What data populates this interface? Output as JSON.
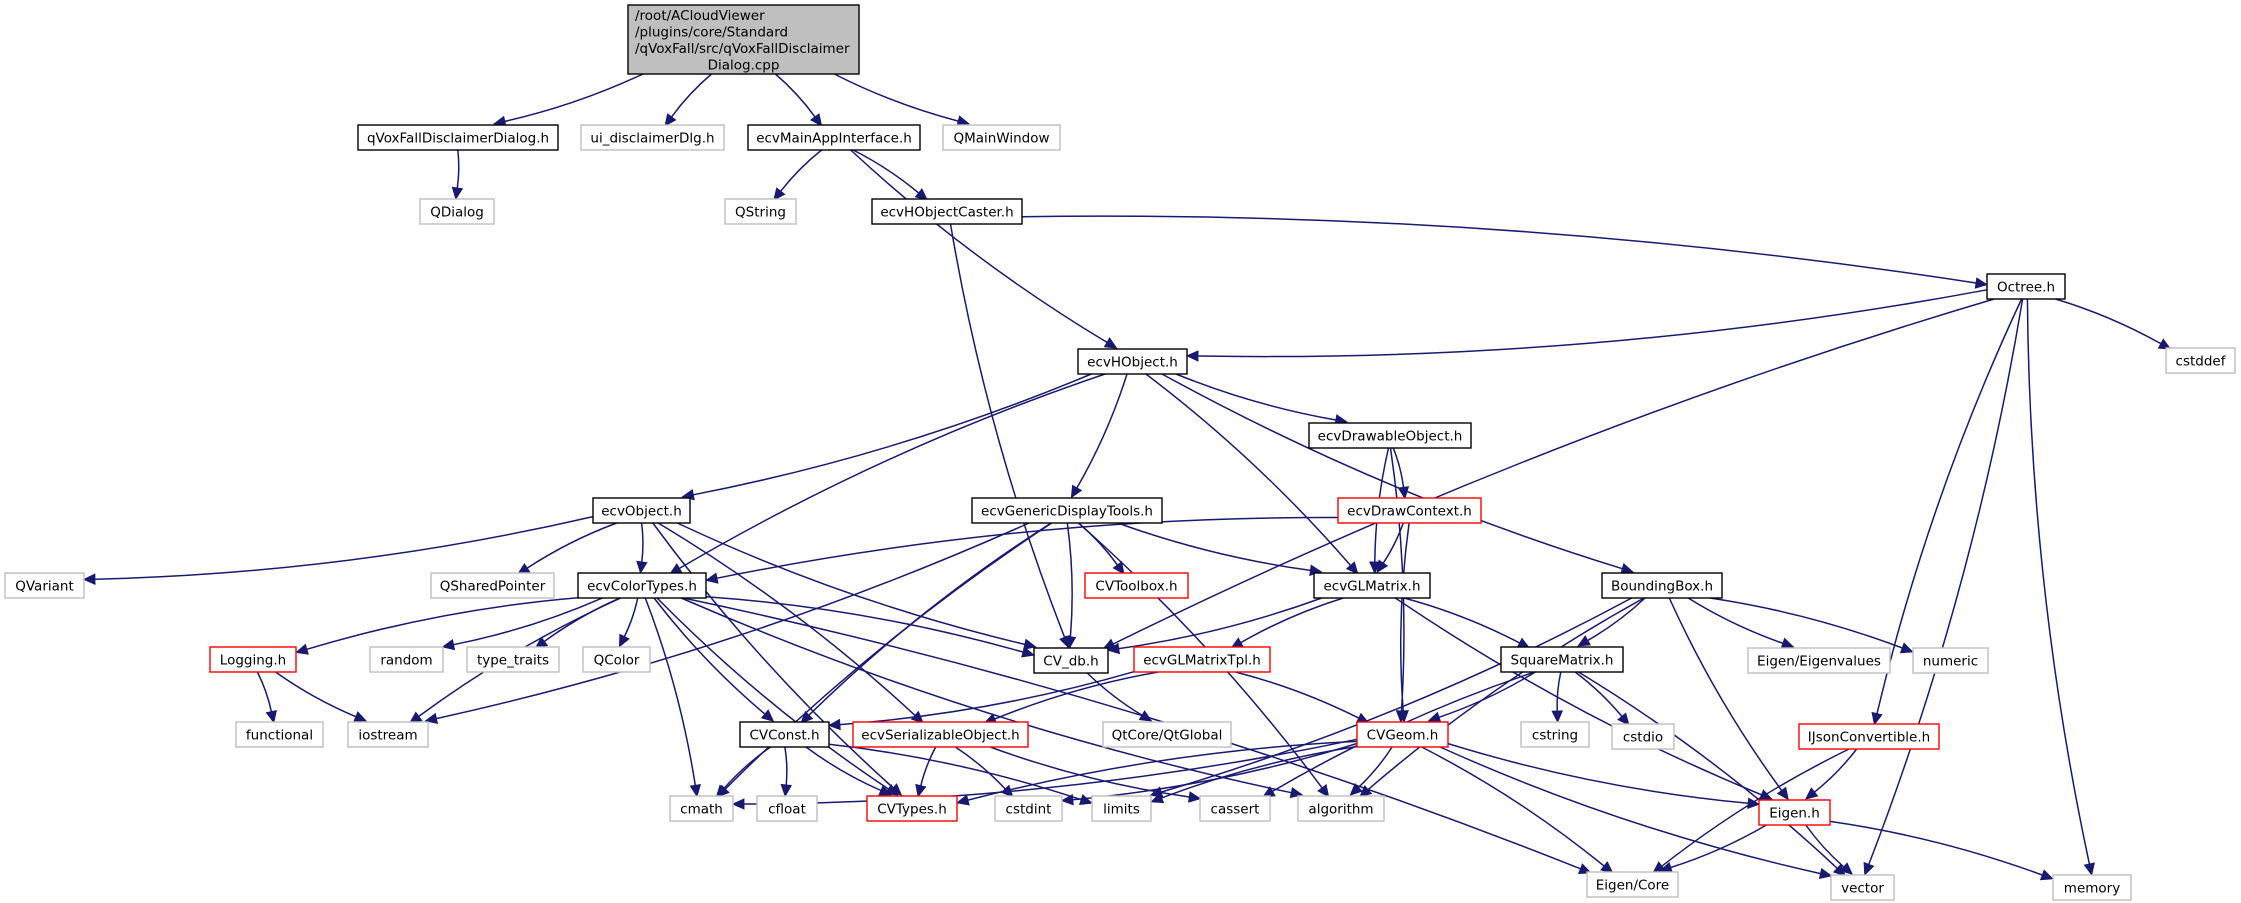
{
  "title": "Include dependency graph for qVoxFallDisclaimerDialog.cpp",
  "colors": {
    "edge": "#191970",
    "documented": "#000000",
    "undocumented": "#bfbfbf",
    "truncated": "#ff0000",
    "root_fill": "#bfbfbf"
  },
  "nodes": [
    {
      "id": "root",
      "lines": [
        "/root/ACloudViewer",
        "/plugins/core/Standard",
        "/qVoxFall/src/qVoxFallDisclaimer",
        "Dialog.cpp"
      ],
      "style": "root"
    },
    {
      "id": "qVoxFallDisclaimerDialog_h",
      "lines": [
        "qVoxFallDisclaimerDialog.h"
      ],
      "style": "black"
    },
    {
      "id": "ui_disclaimerDlg_h",
      "lines": [
        "ui_disclaimerDlg.h"
      ],
      "style": "gray"
    },
    {
      "id": "ecvMainAppInterface_h",
      "lines": [
        "ecvMainAppInterface.h"
      ],
      "style": "black"
    },
    {
      "id": "QMainWindow",
      "lines": [
        "QMainWindow"
      ],
      "style": "gray"
    },
    {
      "id": "QDialog",
      "lines": [
        "QDialog"
      ],
      "style": "gray"
    },
    {
      "id": "QString",
      "lines": [
        "QString"
      ],
      "style": "gray"
    },
    {
      "id": "ecvHObjectCaster_h",
      "lines": [
        "ecvHObjectCaster.h"
      ],
      "style": "black"
    },
    {
      "id": "Octree_h",
      "lines": [
        "Octree.h"
      ],
      "style": "black"
    },
    {
      "id": "cstddef",
      "lines": [
        "cstddef"
      ],
      "style": "gray"
    },
    {
      "id": "ecvHObject_h",
      "lines": [
        "ecvHObject.h"
      ],
      "style": "black"
    },
    {
      "id": "ecvDrawableObject_h",
      "lines": [
        "ecvDrawableObject.h"
      ],
      "style": "black"
    },
    {
      "id": "ecvObject_h",
      "lines": [
        "ecvObject.h"
      ],
      "style": "black"
    },
    {
      "id": "ecvGenericDisplayTools_h",
      "lines": [
        "ecvGenericDisplayTools.h"
      ],
      "style": "black"
    },
    {
      "id": "ecvDrawContext_h",
      "lines": [
        "ecvDrawContext.h"
      ],
      "style": "red"
    },
    {
      "id": "QVariant",
      "lines": [
        "QVariant"
      ],
      "style": "gray"
    },
    {
      "id": "QSharedPointer",
      "lines": [
        "QSharedPointer"
      ],
      "style": "gray"
    },
    {
      "id": "ecvColorTypes_h",
      "lines": [
        "ecvColorTypes.h"
      ],
      "style": "black"
    },
    {
      "id": "CVToolbox_h",
      "lines": [
        "CVToolbox.h"
      ],
      "style": "red"
    },
    {
      "id": "ecvGLMatrix_h",
      "lines": [
        "ecvGLMatrix.h"
      ],
      "style": "black"
    },
    {
      "id": "BoundingBox_h",
      "lines": [
        "BoundingBox.h"
      ],
      "style": "black"
    },
    {
      "id": "Logging_h",
      "lines": [
        "Logging.h"
      ],
      "style": "red"
    },
    {
      "id": "random",
      "lines": [
        "random"
      ],
      "style": "gray"
    },
    {
      "id": "type_traits",
      "lines": [
        "type_traits"
      ],
      "style": "gray"
    },
    {
      "id": "QColor",
      "lines": [
        "QColor"
      ],
      "style": "gray"
    },
    {
      "id": "CV_db_h",
      "lines": [
        "CV_db.h"
      ],
      "style": "black"
    },
    {
      "id": "ecvGLMatrixTpl_h",
      "lines": [
        "ecvGLMatrixTpl.h"
      ],
      "style": "red"
    },
    {
      "id": "SquareMatrix_h",
      "lines": [
        "SquareMatrix.h"
      ],
      "style": "black"
    },
    {
      "id": "Eigen_Eigenvalues",
      "lines": [
        "Eigen/Eigenvalues"
      ],
      "style": "gray"
    },
    {
      "id": "numeric",
      "lines": [
        "numeric"
      ],
      "style": "gray"
    },
    {
      "id": "functional",
      "lines": [
        "functional"
      ],
      "style": "gray"
    },
    {
      "id": "iostream",
      "lines": [
        "iostream"
      ],
      "style": "gray"
    },
    {
      "id": "CVConst_h",
      "lines": [
        "CVConst.h"
      ],
      "style": "black"
    },
    {
      "id": "ecvSerializableObject_h",
      "lines": [
        "ecvSerializableObject.h"
      ],
      "style": "red"
    },
    {
      "id": "QtCore_QtGlobal",
      "lines": [
        "QtCore/QtGlobal"
      ],
      "style": "gray"
    },
    {
      "id": "CVGeom_h",
      "lines": [
        "CVGeom.h"
      ],
      "style": "red"
    },
    {
      "id": "cstring",
      "lines": [
        "cstring"
      ],
      "style": "gray"
    },
    {
      "id": "cstdio",
      "lines": [
        "cstdio"
      ],
      "style": "gray"
    },
    {
      "id": "IJsonConvertible_h",
      "lines": [
        "IJsonConvertible.h"
      ],
      "style": "red"
    },
    {
      "id": "cmath",
      "lines": [
        "cmath"
      ],
      "style": "gray"
    },
    {
      "id": "cfloat",
      "lines": [
        "cfloat"
      ],
      "style": "gray"
    },
    {
      "id": "CVTypes_h",
      "lines": [
        "CVTypes.h"
      ],
      "style": "red"
    },
    {
      "id": "cstdint",
      "lines": [
        "cstdint"
      ],
      "style": "gray"
    },
    {
      "id": "limits",
      "lines": [
        "limits"
      ],
      "style": "gray"
    },
    {
      "id": "cassert",
      "lines": [
        "cassert"
      ],
      "style": "gray"
    },
    {
      "id": "algorithm",
      "lines": [
        "algorithm"
      ],
      "style": "gray"
    },
    {
      "id": "Eigen_h",
      "lines": [
        "Eigen.h"
      ],
      "style": "red"
    },
    {
      "id": "Eigen_Core",
      "lines": [
        "Eigen/Core"
      ],
      "style": "gray"
    },
    {
      "id": "vector",
      "lines": [
        "vector"
      ],
      "style": "gray"
    },
    {
      "id": "memory",
      "lines": [
        "memory"
      ],
      "style": "gray"
    }
  ],
  "edges": [
    [
      "root",
      "qVoxFallDisclaimerDialog_h"
    ],
    [
      "root",
      "ui_disclaimerDlg_h"
    ],
    [
      "root",
      "ecvMainAppInterface_h"
    ],
    [
      "root",
      "QMainWindow"
    ],
    [
      "qVoxFallDisclaimerDialog_h",
      "QDialog"
    ],
    [
      "ecvMainAppInterface_h",
      "QString"
    ],
    [
      "ecvMainAppInterface_h",
      "ecvHObjectCaster_h"
    ],
    [
      "ecvMainAppInterface_h",
      "ecvHObject_h"
    ],
    [
      "ecvHObjectCaster_h",
      "Octree_h"
    ],
    [
      "ecvHObjectCaster_h",
      "CV_db_h"
    ],
    [
      "Octree_h",
      "ecvHObject_h"
    ],
    [
      "Octree_h",
      "CV_db_h"
    ],
    [
      "Octree_h",
      "cstddef"
    ],
    [
      "Octree_h",
      "IJsonConvertible_h"
    ],
    [
      "Octree_h",
      "vector"
    ],
    [
      "Octree_h",
      "memory"
    ],
    [
      "ecvHObject_h",
      "ecvObject_h"
    ],
    [
      "ecvHObject_h",
      "ecvColorTypes_h"
    ],
    [
      "ecvHObject_h",
      "ecvGenericDisplayTools_h"
    ],
    [
      "ecvHObject_h",
      "ecvDrawableObject_h"
    ],
    [
      "ecvHObject_h",
      "ecvGLMatrix_h"
    ],
    [
      "ecvHObject_h",
      "BoundingBox_h"
    ],
    [
      "ecvDrawableObject_h",
      "ecvDrawContext_h"
    ],
    [
      "ecvDrawableObject_h",
      "ecvGLMatrix_h"
    ],
    [
      "ecvDrawableObject_h",
      "CVGeom_h"
    ],
    [
      "ecvDrawContext_h",
      "ecvColorTypes_h"
    ],
    [
      "ecvDrawContext_h",
      "ecvGLMatrix_h"
    ],
    [
      "ecvDrawContext_h",
      "CVGeom_h"
    ],
    [
      "ecvObject_h",
      "QVariant"
    ],
    [
      "ecvObject_h",
      "QSharedPointer"
    ],
    [
      "ecvObject_h",
      "ecvColorTypes_h"
    ],
    [
      "ecvObject_h",
      "CV_db_h"
    ],
    [
      "ecvObject_h",
      "ecvSerializableObject_h"
    ],
    [
      "ecvObject_h",
      "CVTypes_h"
    ],
    [
      "ecvGenericDisplayTools_h",
      "CVToolbox_h"
    ],
    [
      "ecvGenericDisplayTools_h",
      "ecvGLMatrix_h"
    ],
    [
      "ecvGenericDisplayTools_h",
      "CV_db_h"
    ],
    [
      "ecvGenericDisplayTools_h",
      "CVConst_h"
    ],
    [
      "ecvGenericDisplayTools_h",
      "iostream"
    ],
    [
      "ecvGenericDisplayTools_h",
      "cmath"
    ],
    [
      "ecvGenericDisplayTools_h",
      "algorithm"
    ],
    [
      "ecvColorTypes_h",
      "Logging_h"
    ],
    [
      "ecvColorTypes_h",
      "random"
    ],
    [
      "ecvColorTypes_h",
      "type_traits"
    ],
    [
      "ecvColorTypes_h",
      "QColor"
    ],
    [
      "ecvColorTypes_h",
      "iostream"
    ],
    [
      "ecvColorTypes_h",
      "CV_db_h"
    ],
    [
      "ecvColorTypes_h",
      "CVConst_h"
    ],
    [
      "ecvColorTypes_h",
      "cmath"
    ],
    [
      "ecvColorTypes_h",
      "CVTypes_h"
    ],
    [
      "ecvColorTypes_h",
      "Eigen_Core"
    ],
    [
      "ecvColorTypes_h",
      "algorithm"
    ],
    [
      "Logging_h",
      "functional"
    ],
    [
      "Logging_h",
      "iostream"
    ],
    [
      "ecvGLMatrix_h",
      "CV_db_h"
    ],
    [
      "ecvGLMatrix_h",
      "ecvGLMatrixTpl_h"
    ],
    [
      "ecvGLMatrix_h",
      "SquareMatrix_h"
    ],
    [
      "ecvGLMatrix_h",
      "Eigen_h"
    ],
    [
      "ecvGLMatrixTpl_h",
      "CVConst_h"
    ],
    [
      "ecvGLMatrixTpl_h",
      "ecvSerializableObject_h"
    ],
    [
      "ecvGLMatrixTpl_h",
      "CVGeom_h"
    ],
    [
      "CV_db_h",
      "QtCore_QtGlobal"
    ],
    [
      "BoundingBox_h",
      "SquareMatrix_h"
    ],
    [
      "BoundingBox_h",
      "Eigen_Eigenvalues"
    ],
    [
      "BoundingBox_h",
      "numeric"
    ],
    [
      "BoundingBox_h",
      "Eigen_h"
    ],
    [
      "BoundingBox_h",
      "limits"
    ],
    [
      "BoundingBox_h",
      "algorithm"
    ],
    [
      "SquareMatrix_h",
      "CVGeom_h"
    ],
    [
      "SquareMatrix_h",
      "cstring"
    ],
    [
      "SquareMatrix_h",
      "cstdio"
    ],
    [
      "SquareMatrix_h",
      "cassert"
    ],
    [
      "SquareMatrix_h",
      "vector"
    ],
    [
      "CVConst_h",
      "cmath"
    ],
    [
      "CVConst_h",
      "cfloat"
    ],
    [
      "CVConst_h",
      "CVTypes_h"
    ],
    [
      "CVConst_h",
      "limits"
    ],
    [
      "ecvSerializableObject_h",
      "CVTypes_h"
    ],
    [
      "ecvSerializableObject_h",
      "cstdint"
    ],
    [
      "ecvSerializableObject_h",
      "cassert"
    ],
    [
      "CVGeom_h",
      "cmath"
    ],
    [
      "CVGeom_h",
      "CVTypes_h"
    ],
    [
      "CVGeom_h",
      "cstdint"
    ],
    [
      "CVGeom_h",
      "limits"
    ],
    [
      "CVGeom_h",
      "algorithm"
    ],
    [
      "CVGeom_h",
      "Eigen_h"
    ],
    [
      "CVGeom_h",
      "Eigen_Core"
    ],
    [
      "CVGeom_h",
      "vector"
    ],
    [
      "IJsonConvertible_h",
      "Eigen_h"
    ],
    [
      "IJsonConvertible_h",
      "Eigen_Core"
    ],
    [
      "Eigen_h",
      "Eigen_Core"
    ],
    [
      "Eigen_h",
      "vector"
    ],
    [
      "Eigen_h",
      "memory"
    ]
  ]
}
